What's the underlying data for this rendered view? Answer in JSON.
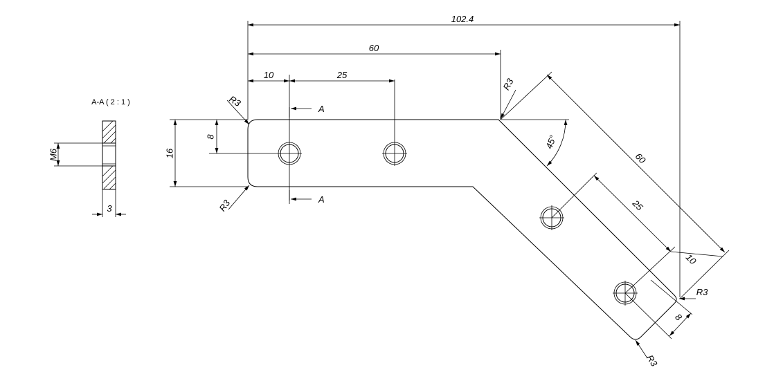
{
  "drawing": {
    "section_title": "A-A ( 2 : 1 )",
    "section_thread": "M6",
    "section_thickness": "3",
    "section_marker": "A",
    "dims": {
      "overall_length": "102.4",
      "straight_length": "60",
      "hole1_offset": "10",
      "hole_spacing": "25",
      "width": "16",
      "hole_height": "8",
      "angle": "45°",
      "angled_length": "60",
      "angled_hole_spacing": "25",
      "angled_hole_offset": "10",
      "angled_hole_height": "8",
      "radius": "R3"
    }
  }
}
